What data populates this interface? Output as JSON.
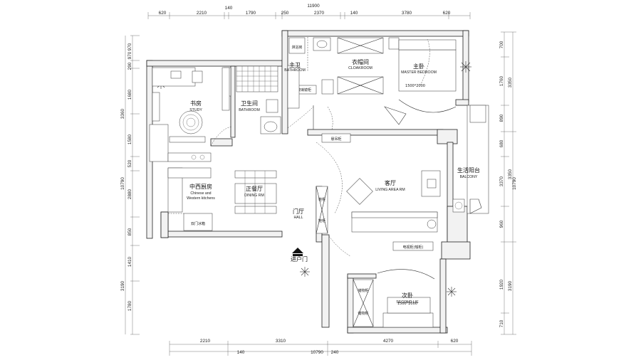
{
  "dimensions": {
    "top": {
      "overall": "11900",
      "segments": [
        "620",
        "2210",
        "140",
        "1790",
        "250",
        "2370",
        "140",
        "3780",
        "620"
      ]
    },
    "bottom": {
      "upper": [
        "2210",
        "3310",
        "4270",
        "620"
      ],
      "lower": [
        "140",
        "10790",
        "240"
      ]
    },
    "left": {
      "outer": [
        "970",
        "970",
        "290",
        "1680",
        "1580",
        "520",
        "2880",
        "850",
        "1410",
        "1780"
      ],
      "mid": [
        "3360",
        "10790",
        "3190"
      ]
    },
    "right": {
      "inner": [
        "700",
        "1760",
        "890",
        "680",
        "3370",
        "960",
        "1920",
        "710"
      ],
      "outer": [
        "3350",
        "3350",
        "10790",
        "3190"
      ]
    }
  },
  "rooms": {
    "master_bath": {
      "zh": "主卫",
      "en": "BATHROOM"
    },
    "cloakroom": {
      "zh": "衣帽间",
      "en": "CLOAKROOM"
    },
    "master_bedroom": {
      "zh": "主卧",
      "en": "MASTER BEDROOM",
      "bed": "1500*2000"
    },
    "study": {
      "zh": "书房",
      "en": "STUDY"
    },
    "bathroom": {
      "zh": "卫生间",
      "en": "BATHROOM"
    },
    "kitchen": {
      "zh": "中西厨房",
      "en1": "Chinese  and",
      "en2": "Western kitchens"
    },
    "dining": {
      "zh": "正餐厅",
      "en": "DINING RM"
    },
    "hall": {
      "zh": "门厅",
      "en": "HALL"
    },
    "living": {
      "zh": "客厅",
      "en": "LIVING AREA RM"
    },
    "balcony": {
      "zh": "生活阳台",
      "en": "BALCONY"
    },
    "second_bedroom": {
      "zh": "次卧",
      "en": "SECOND LIE",
      "bed": "1500*2000"
    }
  },
  "labels": {
    "entrance": "进户门",
    "fridge": "双门冰箱",
    "hang_cabinet": "悬吊柜",
    "wash_cabinet": "玻璃镜柜",
    "tv_cabinet": "电视柜(矮柜)",
    "shoe": "鞋柜",
    "shower": "淋浴房",
    "storage": "储物柜"
  }
}
